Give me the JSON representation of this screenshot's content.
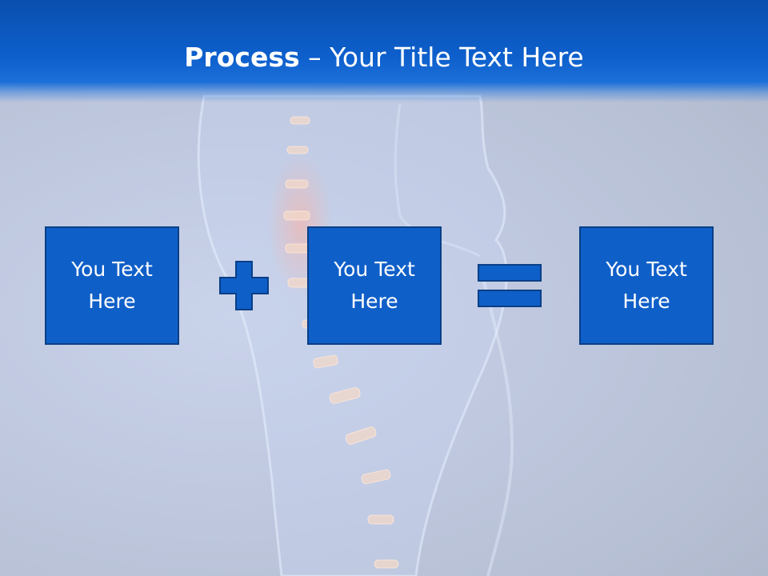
{
  "title": {
    "bold": "Process",
    "rest": " – Your Title Text Here"
  },
  "boxes": [
    {
      "line1": "You Text",
      "line2": "Here"
    },
    {
      "line1": "You Text",
      "line2": "Here"
    },
    {
      "line1": "You Text",
      "line2": "Here"
    }
  ],
  "operators": [
    "plus-icon",
    "equals-icon"
  ],
  "colors": {
    "title_bar": "#0d5fcc",
    "box_fill": "#0f5fc8",
    "box_border": "#0a3f86",
    "text": "#ffffff"
  }
}
